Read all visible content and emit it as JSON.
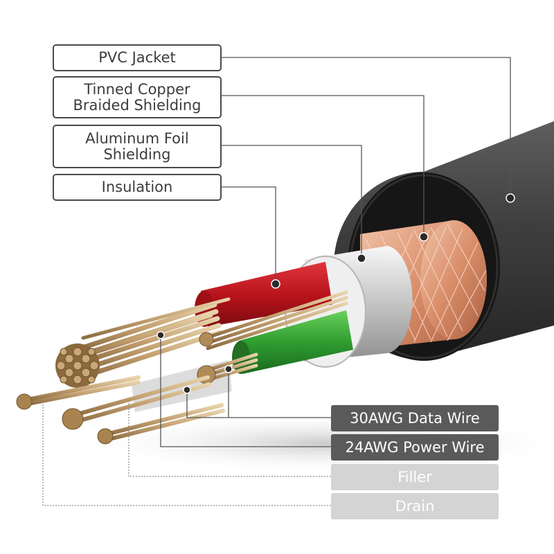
{
  "labels": {
    "pvc_jacket": "PVC Jacket",
    "braided_line1": "Tinned Copper",
    "braided_line2": "Braided Shielding",
    "foil_line1": "Aluminum Foil",
    "foil_line2": "Shielding",
    "insulation": "Insulation",
    "data_wire": "30AWG Data Wire",
    "power_wire": "24AWG Power Wire",
    "filler": "Filler",
    "drain": "Drain"
  },
  "colors": {
    "jacket": "#3b3b3b",
    "copper_braid": "#d9906e",
    "foil": "#d8d8d8",
    "red_insulation": "#c4141c",
    "green_insulation": "#2c9a2c",
    "tinned_strands": "#c9a877",
    "dark_tag": "#5a5a5a",
    "light_tag": "#d4d4d4",
    "leader_dot": "#2b2b2b"
  }
}
